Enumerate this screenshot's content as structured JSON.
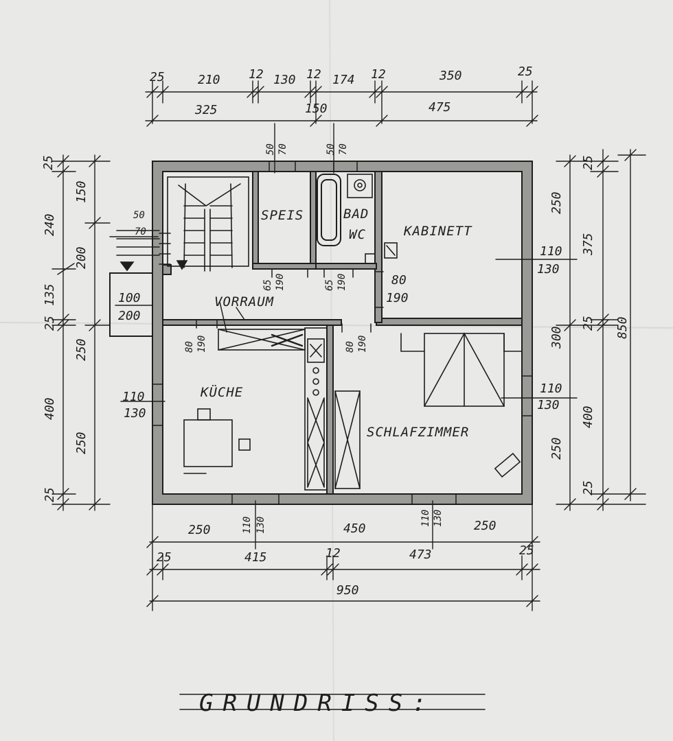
{
  "title": "GRUNDRISS:",
  "rooms": {
    "speis": "SPEIS",
    "bad": "BAD",
    "wc": "WC",
    "kabinett": "KABINETT",
    "vorraum": "VORRAUM",
    "kueche": "KÜCHE",
    "schlafzimmer": "SCHLAFZIMMER"
  },
  "dims_top": {
    "row1": [
      "25",
      "210",
      "12",
      "130",
      "12",
      "174",
      "12",
      "350",
      "25"
    ],
    "row2": [
      "325",
      "150",
      "475"
    ]
  },
  "dims_bottom": {
    "row1": [
      "250",
      "450",
      "250"
    ],
    "row2": [
      "25",
      "415",
      "12",
      "473",
      "25"
    ],
    "total": "950"
  },
  "dims_left": {
    "outer": [
      "25",
      "240",
      "135",
      "25",
      "400",
      "25"
    ],
    "inner": [
      "150",
      "200",
      "250",
      "250"
    ]
  },
  "dims_right": {
    "inner": [
      "250",
      "300",
      "250"
    ],
    "mid": [
      "25",
      "375",
      "25",
      "400",
      "25"
    ],
    "total": "850"
  },
  "openings": {
    "speis_top": [
      "50",
      "70"
    ],
    "bad_top": [
      "50",
      "70"
    ],
    "stair_left": [
      "50",
      "70"
    ],
    "entry": [
      "100",
      "200"
    ],
    "speis_door": [
      "65",
      "190"
    ],
    "bad_door": [
      "65",
      "190"
    ],
    "kab_door": [
      "80",
      "190"
    ],
    "kab_window": [
      "110",
      "130"
    ],
    "kueche_door": [
      "80",
      "190"
    ],
    "schlaf_door": [
      "80",
      "190"
    ],
    "kueche_window": [
      "110",
      "130"
    ],
    "schlaf_window_right": [
      "110",
      "130"
    ],
    "kueche_window_bottom": [
      "110",
      "130"
    ],
    "schlaf_window_bottom": [
      "110",
      "130"
    ]
  }
}
